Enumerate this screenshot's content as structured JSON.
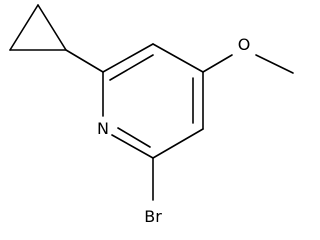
{
  "molecule": {
    "atoms": {
      "nitrogen": "N",
      "bromine": "Br",
      "oxygen": "O"
    },
    "colors": {
      "bond": "#000000",
      "label": "#000000",
      "background": "#ffffff"
    }
  }
}
